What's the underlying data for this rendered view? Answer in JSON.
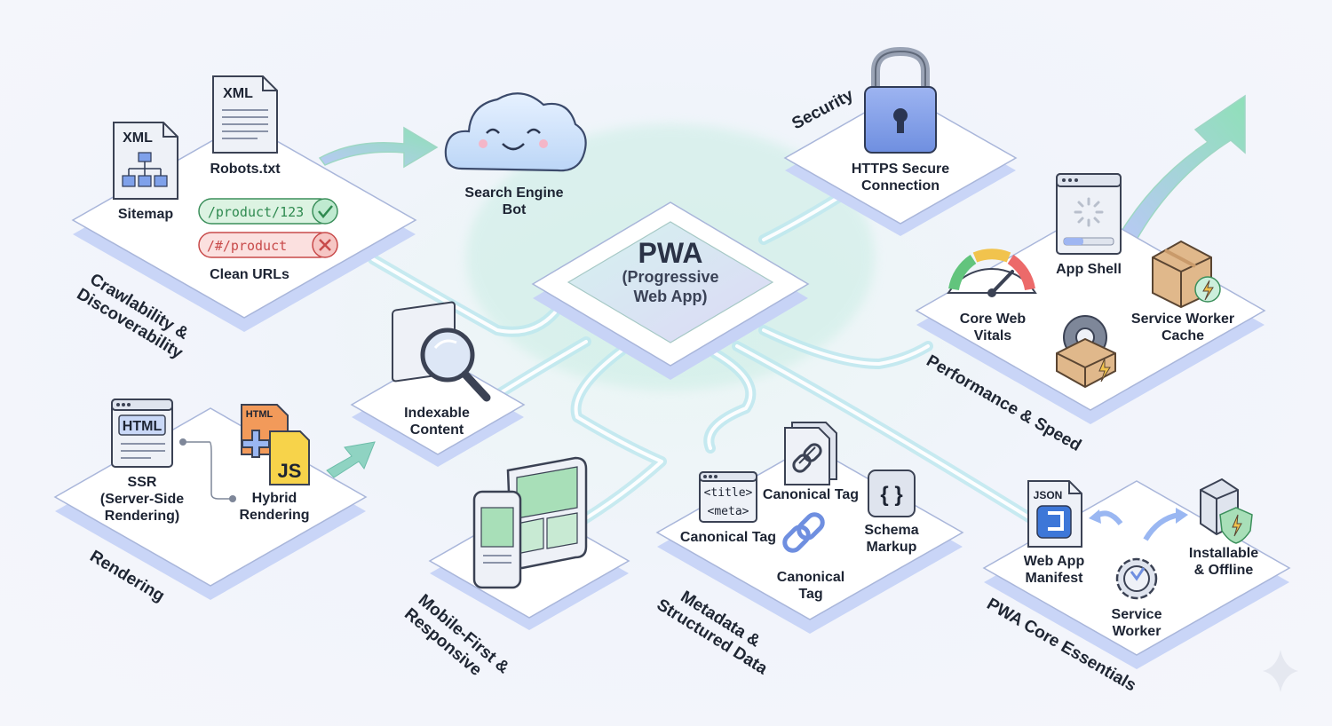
{
  "center": {
    "title": "PWA",
    "subtitle_line1": "(Progressive",
    "subtitle_line2": "Web App)"
  },
  "sections": {
    "crawlability": {
      "label_line1": "Crawlability &",
      "label_line2": "Discoverability"
    },
    "security": {
      "label": "Security"
    },
    "performance": {
      "label": "Performance & Speed"
    },
    "rendering": {
      "label": "Rendering"
    },
    "mobile": {
      "label_line1": "Mobile-First &",
      "label_line2": "Responsive"
    },
    "metadata": {
      "label_line1": "Metadata &",
      "label_line2": "Structured Data"
    },
    "pwa_core": {
      "label": "PWA Core Essentials"
    }
  },
  "crawl": {
    "sitemap_badge": "XML",
    "sitemap_label": "Sitemap",
    "robots_badge": "XML",
    "robots_label": "Robots.txt",
    "good_url": "/product/123",
    "bad_url": "/#/product",
    "clean_urls_label": "Clean URLs"
  },
  "bot": {
    "label_line1": "Search Engine",
    "label_line2": "Bot"
  },
  "security_item": {
    "label_line1": "HTTPS Secure",
    "label_line2": "Connection"
  },
  "performance_items": {
    "app_shell": "App Shell",
    "vitals_line1": "Core Web",
    "vitals_line2": "Vitals",
    "cache_line1": "Service Worker",
    "cache_line2": "Cache"
  },
  "indexable": {
    "label_line1": "Indexable",
    "label_line2": "Content"
  },
  "rendering_items": {
    "html_badge": "HTML",
    "ssr_line1": "SSR",
    "ssr_line2": "(Server-Side",
    "ssr_line3": "Rendering)",
    "hybrid_html": "HTML",
    "hybrid_js": "JS",
    "hybrid_line1": "Hybrid",
    "hybrid_line2": "Rendering"
  },
  "metadata_items": {
    "title_tag": "<title>",
    "meta_tag": "<meta>",
    "meta_label": "Canonical Tag",
    "canonical_top": "Canonical Tag",
    "canonical_bottom_line1": "Canonical",
    "canonical_bottom_line2": "Tag",
    "schema_glyph": "{ }",
    "schema_line1": "Schema",
    "schema_line2": "Markup"
  },
  "pwa_items": {
    "json_badge": "JSON",
    "manifest_line1": "Web App",
    "manifest_line2": "Manifest",
    "sw_line1": "Service",
    "sw_line2": "Worker",
    "install_line1": "Installable",
    "install_line2": "& Offline"
  },
  "colors": {
    "accent_green": "#7fd6ad",
    "accent_blue": "#6f8fe8",
    "accent_purple": "#b9a7ee",
    "danger": "#e25555",
    "success": "#3fae63"
  }
}
